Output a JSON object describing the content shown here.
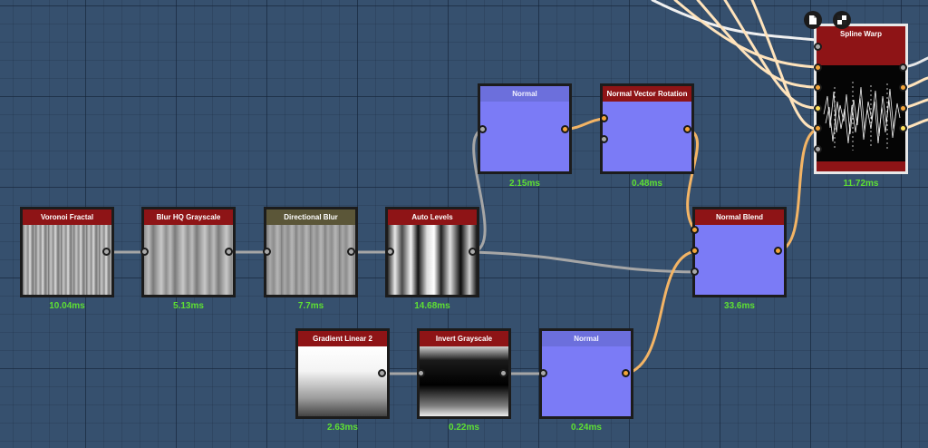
{
  "nodes": {
    "voronoi_fractal": {
      "title": "Voronoi Fractal",
      "time": "10.04ms"
    },
    "blur_hq_grayscale": {
      "title": "Blur HQ Grayscale",
      "time": "5.13ms"
    },
    "directional_blur": {
      "title": "Directional Blur",
      "time": "7.7ms"
    },
    "auto_levels": {
      "title": "Auto Levels",
      "time": "14.68ms"
    },
    "normal_top": {
      "title": "Normal",
      "time": "2.15ms"
    },
    "normal_vector_rotation": {
      "title": "Normal Vector Rotation",
      "time": "0.48ms"
    },
    "normal_blend": {
      "title": "Normal Blend",
      "time": "33.6ms"
    },
    "spline_warp": {
      "title": "Spline Warp",
      "time": "11.72ms"
    },
    "gradient_linear_2": {
      "title": "Gradient Linear 2",
      "time": "2.63ms"
    },
    "invert_grayscale": {
      "title": "Invert Grayscale",
      "time": "0.22ms"
    },
    "normal_bottom": {
      "title": "Normal",
      "time": "0.24ms"
    }
  },
  "toolbar_icons": [
    "document-icon",
    "checker-icon"
  ],
  "colors": {
    "canvas": "#36506e",
    "header_red": "#8e1416",
    "header_olive": "#5b5638",
    "normal_fill": "#7b7bf6",
    "timing_text": "#5ee033",
    "wire_gray": "#a6a6a6",
    "wire_orange": "#f3b465"
  }
}
